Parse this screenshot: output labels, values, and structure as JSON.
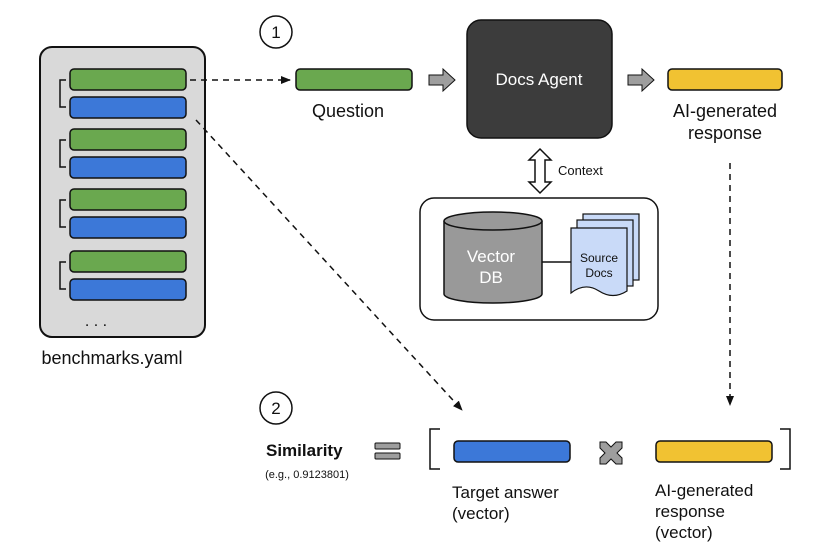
{
  "colors": {
    "question_green": "#6aa84f",
    "answer_blue": "#3c78d8",
    "response_yellow": "#f1c232",
    "agent_box": "#3c3c3c",
    "db_gray": "#999999",
    "docs_blue": "#c9daf8",
    "arrow_gray": "#9e9e9e",
    "file_gray": "#d9d9d9"
  },
  "benchmarks": {
    "ellipsis": ". . .",
    "filename": "benchmarks.yaml"
  },
  "step1": {
    "number": "1",
    "question_label": "Question",
    "agent_label": "Docs Agent",
    "response_label_line1": "AI-generated",
    "response_label_line2": "response",
    "context_label": "Context",
    "vector_db_line1": "Vector",
    "vector_db_line2": "DB",
    "source_docs_line1": "Source",
    "source_docs_line2": "Docs"
  },
  "step2": {
    "number": "2",
    "similarity_label": "Similarity",
    "similarity_example": "(e.g., 0.9123801)",
    "target_line1": "Target answer",
    "target_line2": "(vector)",
    "generated_line1": "AI-generated",
    "generated_line2": "response",
    "generated_line3": "(vector)"
  }
}
